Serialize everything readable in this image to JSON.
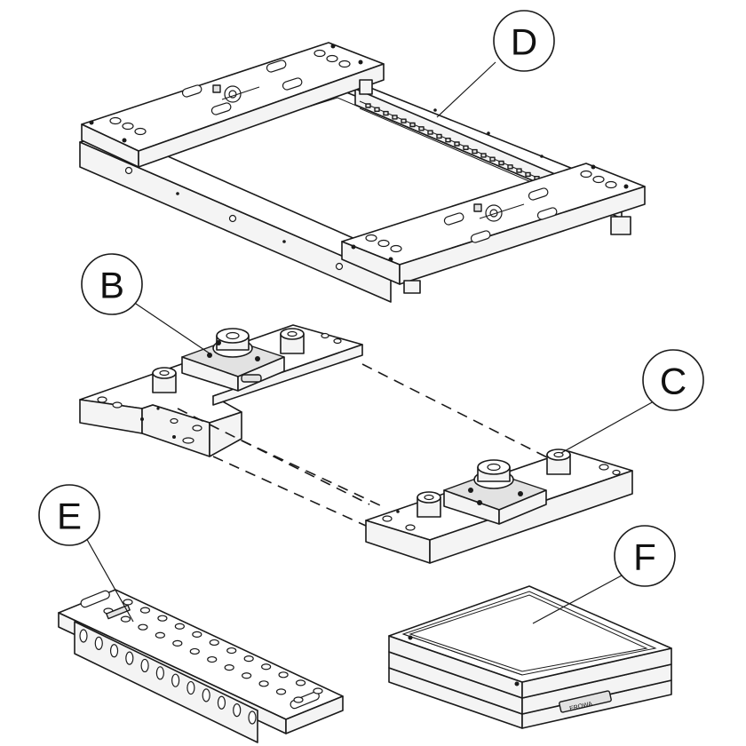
{
  "callouts": {
    "d": "D",
    "b": "B",
    "c": "C",
    "e": "E",
    "f": "F"
  },
  "logo": {
    "text": "EROWA"
  },
  "colors": {
    "line": "#1a1a1a",
    "background": "#ffffff"
  }
}
